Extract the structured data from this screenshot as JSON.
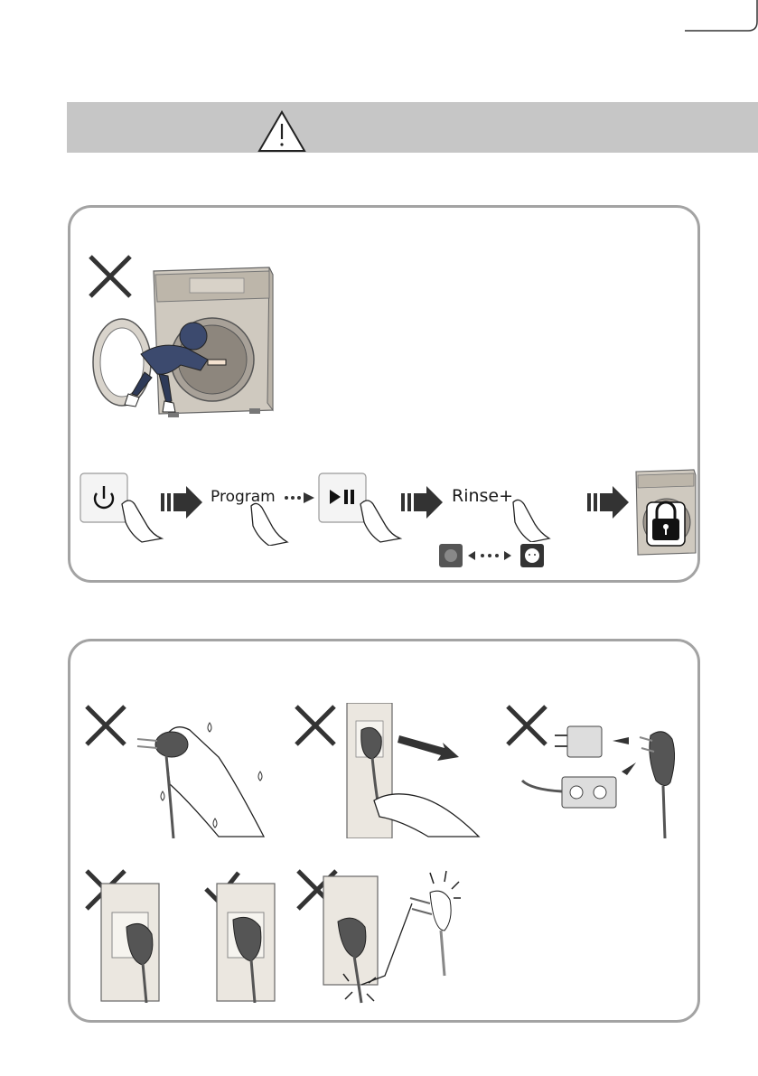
{
  "warning_banner": {
    "icon": "warning-triangle-icon"
  },
  "child_lock": {
    "steps": [
      {
        "kind": "button",
        "icon": "power-icon"
      },
      {
        "kind": "label",
        "text": "Program"
      },
      {
        "kind": "button",
        "icon": "play-pause-icon"
      },
      {
        "kind": "label",
        "text": "Rinse+"
      },
      {
        "kind": "result",
        "icon": "lock-icon"
      }
    ],
    "status_toggle": [
      "child-off-icon",
      "child-on-icon"
    ]
  },
  "plug_safety": {
    "illustrations": [
      {
        "id": "wet-hands",
        "mark": "cross"
      },
      {
        "id": "pull-cord",
        "mark": "cross"
      },
      {
        "id": "multi-adapter",
        "mark": "cross"
      },
      {
        "id": "loose-socket",
        "mark": "cross"
      },
      {
        "id": "proper-socket",
        "mark": "check"
      },
      {
        "id": "damaged-cord",
        "mark": "cross"
      }
    ]
  },
  "colors": {
    "banner": "#c6c6c6",
    "panel_border": "#a3a3a3",
    "mark": "#333333"
  }
}
